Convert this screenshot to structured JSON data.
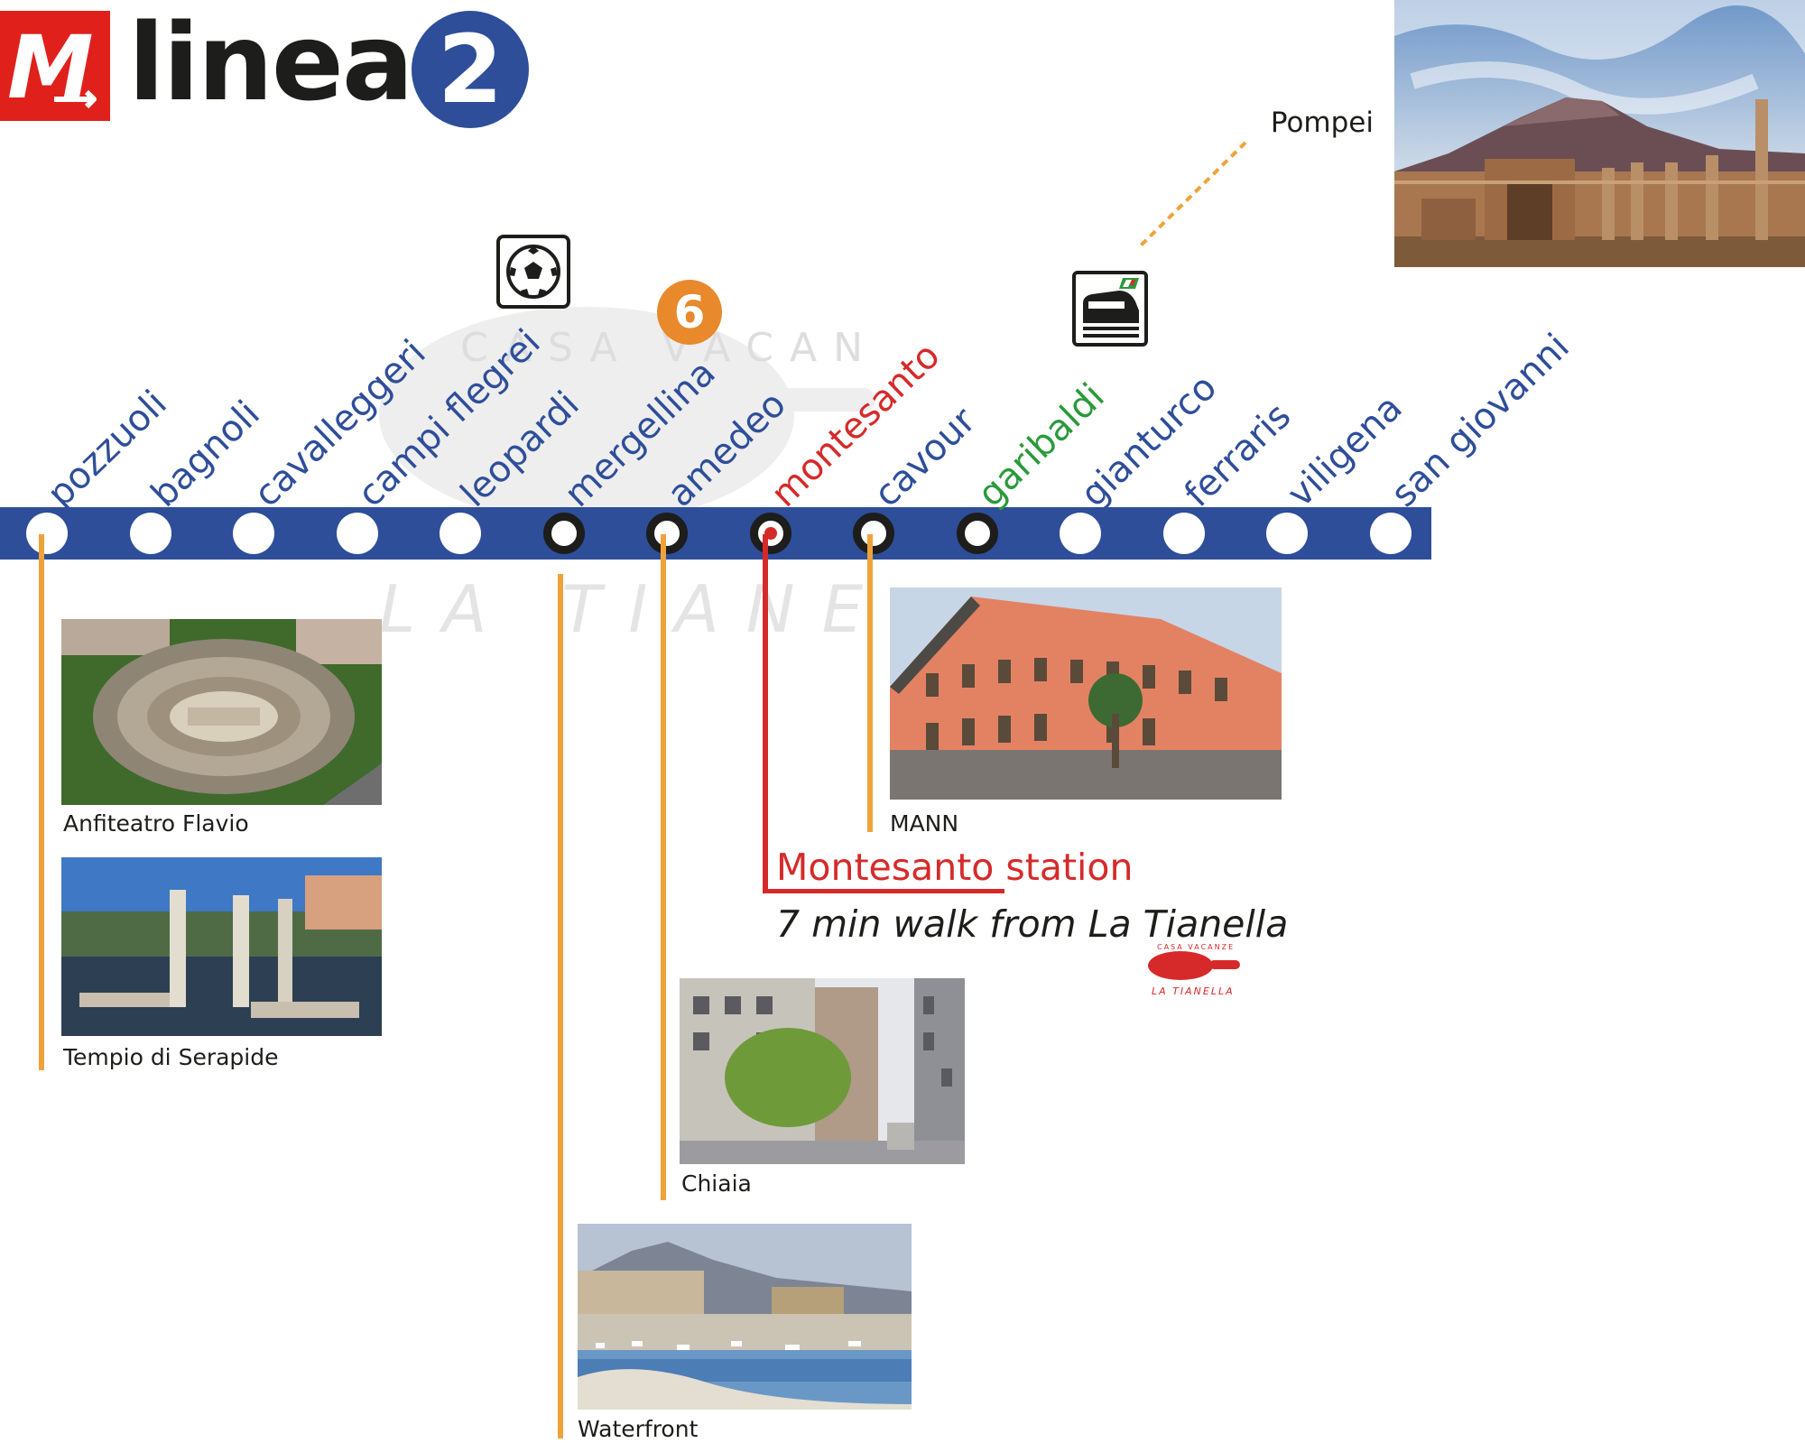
{
  "header": {
    "logo_letter": "M",
    "title": "linea",
    "line_number": "2"
  },
  "pompei": {
    "label": "Pompei"
  },
  "line6": {
    "number": "6"
  },
  "watermark": {
    "top_text": "CASA VACANZE",
    "bottom_text": "LA TIANELLA"
  },
  "stations": [
    {
      "name": "pozzuoli",
      "color": "#2e4e9a",
      "type": "normal"
    },
    {
      "name": "bagnoli",
      "color": "#2e4e9a",
      "type": "normal"
    },
    {
      "name": "cavalleggeri",
      "color": "#2e4e9a",
      "type": "normal"
    },
    {
      "name": "campi flegrei",
      "color": "#2e4e9a",
      "type": "normal"
    },
    {
      "name": "leopardi",
      "color": "#2e4e9a",
      "type": "normal"
    },
    {
      "name": "mergellina",
      "color": "#2e4e9a",
      "type": "interchange"
    },
    {
      "name": "amedeo",
      "color": "#2e4e9a",
      "type": "interchange"
    },
    {
      "name": "montesanto",
      "color": "#d62a2a",
      "type": "montesanto"
    },
    {
      "name": "cavour",
      "color": "#2e4e9a",
      "type": "interchange"
    },
    {
      "name": "garibaldi",
      "color": "#2a9a3a",
      "type": "interchange"
    },
    {
      "name": "gianturco",
      "color": "#2e4e9a",
      "type": "normal"
    },
    {
      "name": "ferraris",
      "color": "#2e4e9a",
      "type": "normal"
    },
    {
      "name": "viligena",
      "color": "#2e4e9a",
      "type": "normal"
    },
    {
      "name": "san giovanni",
      "color": "#2e4e9a",
      "type": "normal"
    }
  ],
  "attractions": {
    "anfiteatro": "Anfiteatro Flavio",
    "serapide": "Tempio di Serapide",
    "mann": "MANN",
    "chiaia": "Chiaia",
    "waterfront": "Waterfront"
  },
  "callout": {
    "station": "Montesanto station",
    "walk": "7 min walk from La Tianella",
    "logo_top": "CASA VACANZE",
    "logo_bottom": "LA TIANELLA"
  },
  "colors": {
    "line_blue": "#2e4e9a",
    "accent_orange": "#f0a23a",
    "montesanto_red": "#d62a2a",
    "garibaldi_green": "#2a9a3a",
    "metro_red": "#e0201b"
  }
}
